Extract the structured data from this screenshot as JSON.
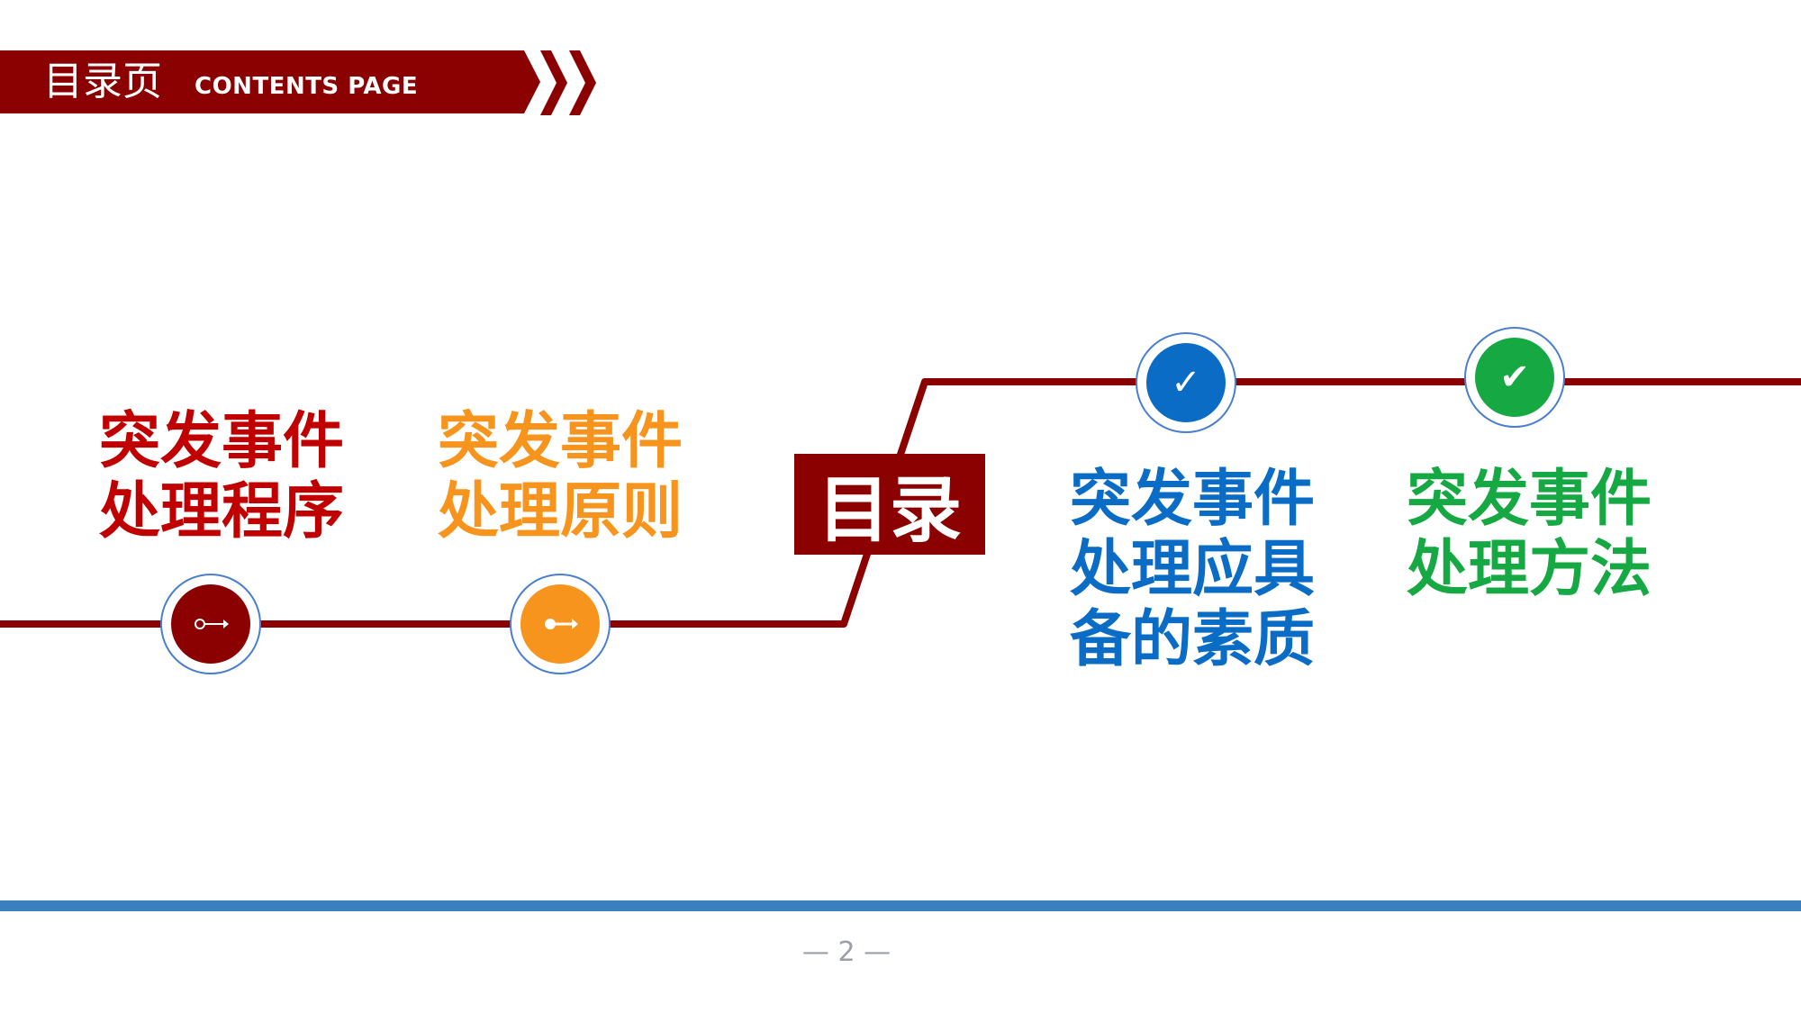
{
  "header": {
    "title": "目录页",
    "subtitle": "CONTENTS  PAGE"
  },
  "center_label": "目录",
  "topics": [
    {
      "line1": "突发事件",
      "line2": "处理程序",
      "line3": "",
      "color": "#c00000",
      "icon": "link-arrow-icon"
    },
    {
      "line1": "突发事件",
      "line2": "处理原则",
      "line3": "",
      "color": "#f7941d",
      "icon": "key-arrow-icon"
    },
    {
      "line1": "突发事件",
      "line2": "处理应具",
      "line3": "备的素质",
      "color": "#0a6cc4",
      "icon": "check-icon"
    },
    {
      "line1": "突发事件",
      "line2": "处理方法",
      "line3": "",
      "color": "#15a843",
      "icon": "check-bold-icon"
    }
  ],
  "icon_glyphs": {
    "check": "✓",
    "check_bold": "✔"
  },
  "colors": {
    "brand_red": "#8b0000",
    "footer_blue": "#3a7fbe",
    "circle_border": "#4a7fd0"
  },
  "page_number": "— 2 —"
}
